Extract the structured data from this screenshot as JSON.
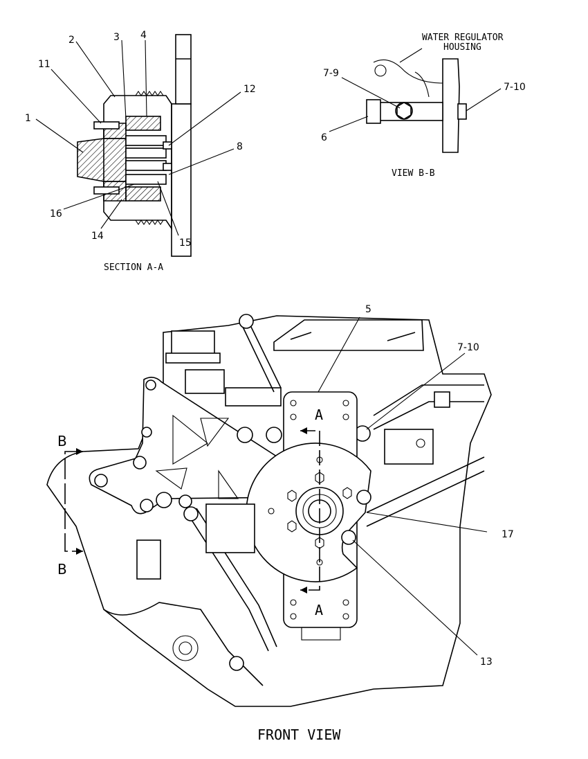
{
  "section_aa": {
    "title": "SECTION A-A",
    "callouts": [
      "1",
      "2",
      "3",
      "4",
      "11",
      "12",
      "8",
      "16",
      "14",
      "15"
    ]
  },
  "view_bb": {
    "title": "VIEW B-B",
    "housing_label_line1": "WATER REGULATOR",
    "housing_label_line2": "HOUSING",
    "callouts": [
      "7-9",
      "7-10",
      "6"
    ]
  },
  "front_view": {
    "title": "FRONT VIEW",
    "callouts": [
      "5",
      "7-10",
      "17",
      "13"
    ],
    "section_marker_a": "A",
    "section_marker_b": "B"
  }
}
